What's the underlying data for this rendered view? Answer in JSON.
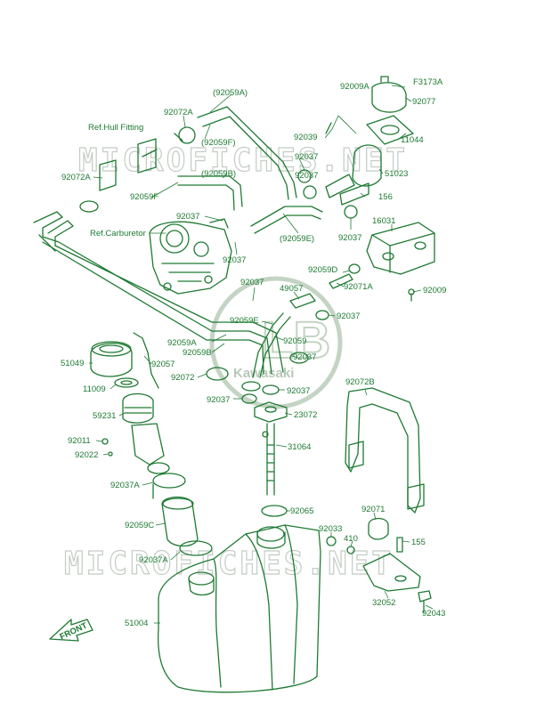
{
  "figure_code": "F3173A",
  "watermark": {
    "site": "MICROFICHES.NET",
    "brand": "Kawasaki"
  },
  "references": [
    {
      "id": "ref-hull-fitting",
      "text": "Ref.Hull Fitting"
    },
    {
      "id": "ref-carburetor",
      "text": "Ref.Carburetor"
    }
  ],
  "front_indicator": "FRONT",
  "part_labels": [
    {
      "id": "p92009a",
      "text": "92009A"
    },
    {
      "id": "p92077",
      "text": "92077"
    },
    {
      "id": "p92059a-top",
      "text": "(92059A)"
    },
    {
      "id": "p92072a-top",
      "text": "92072A"
    },
    {
      "id": "p92059f-paren",
      "text": "(92059F)"
    },
    {
      "id": "p92039",
      "text": "92039"
    },
    {
      "id": "p11044",
      "text": "11044"
    },
    {
      "id": "p92037-a",
      "text": "92037"
    },
    {
      "id": "p51023",
      "text": "51023"
    },
    {
      "id": "p92072a-left",
      "text": "92072A"
    },
    {
      "id": "p92059b-paren",
      "text": "(92059B)"
    },
    {
      "id": "p92037-b",
      "text": "92037"
    },
    {
      "id": "p156",
      "text": "156"
    },
    {
      "id": "p92059f",
      "text": "92059F"
    },
    {
      "id": "p92037-c",
      "text": "92037"
    },
    {
      "id": "p16031",
      "text": "16031"
    },
    {
      "id": "p92059e-paren",
      "text": "(92059E)"
    },
    {
      "id": "p92037-d",
      "text": "92037"
    },
    {
      "id": "p92037-e",
      "text": "92037"
    },
    {
      "id": "p92059d",
      "text": "92059D"
    },
    {
      "id": "p92037-f",
      "text": "92037"
    },
    {
      "id": "p49057",
      "text": "49057"
    },
    {
      "id": "p92071a",
      "text": "92071A"
    },
    {
      "id": "p92009",
      "text": "92009"
    },
    {
      "id": "p92037-g",
      "text": "92037"
    },
    {
      "id": "p92059e",
      "text": "92059E"
    },
    {
      "id": "p92059a",
      "text": "92059A"
    },
    {
      "id": "p92059",
      "text": "92059"
    },
    {
      "id": "p51049",
      "text": "51049"
    },
    {
      "id": "p92057",
      "text": "92057"
    },
    {
      "id": "p92059b",
      "text": "92059B"
    },
    {
      "id": "p92037-h",
      "text": "92037"
    },
    {
      "id": "p92072",
      "text": "92072"
    },
    {
      "id": "p92037-i",
      "text": "92037"
    },
    {
      "id": "p92072b",
      "text": "92072B"
    },
    {
      "id": "p11009",
      "text": "11009"
    },
    {
      "id": "p92037-j",
      "text": "92037"
    },
    {
      "id": "p59231",
      "text": "59231"
    },
    {
      "id": "p23072",
      "text": "23072"
    },
    {
      "id": "p92011",
      "text": "92011"
    },
    {
      "id": "p31064",
      "text": "31064"
    },
    {
      "id": "p92022",
      "text": "92022"
    },
    {
      "id": "p92037a",
      "text": "92037A"
    },
    {
      "id": "p92065",
      "text": "92065"
    },
    {
      "id": "p92071",
      "text": "92071"
    },
    {
      "id": "p92059c",
      "text": "92059C"
    },
    {
      "id": "p92033",
      "text": "92033"
    },
    {
      "id": "p410",
      "text": "410"
    },
    {
      "id": "p155",
      "text": "155"
    },
    {
      "id": "p92037a-b",
      "text": "92037A"
    },
    {
      "id": "p51004",
      "text": "51004"
    },
    {
      "id": "p32052",
      "text": "32052"
    },
    {
      "id": "p92043",
      "text": "92043"
    }
  ]
}
